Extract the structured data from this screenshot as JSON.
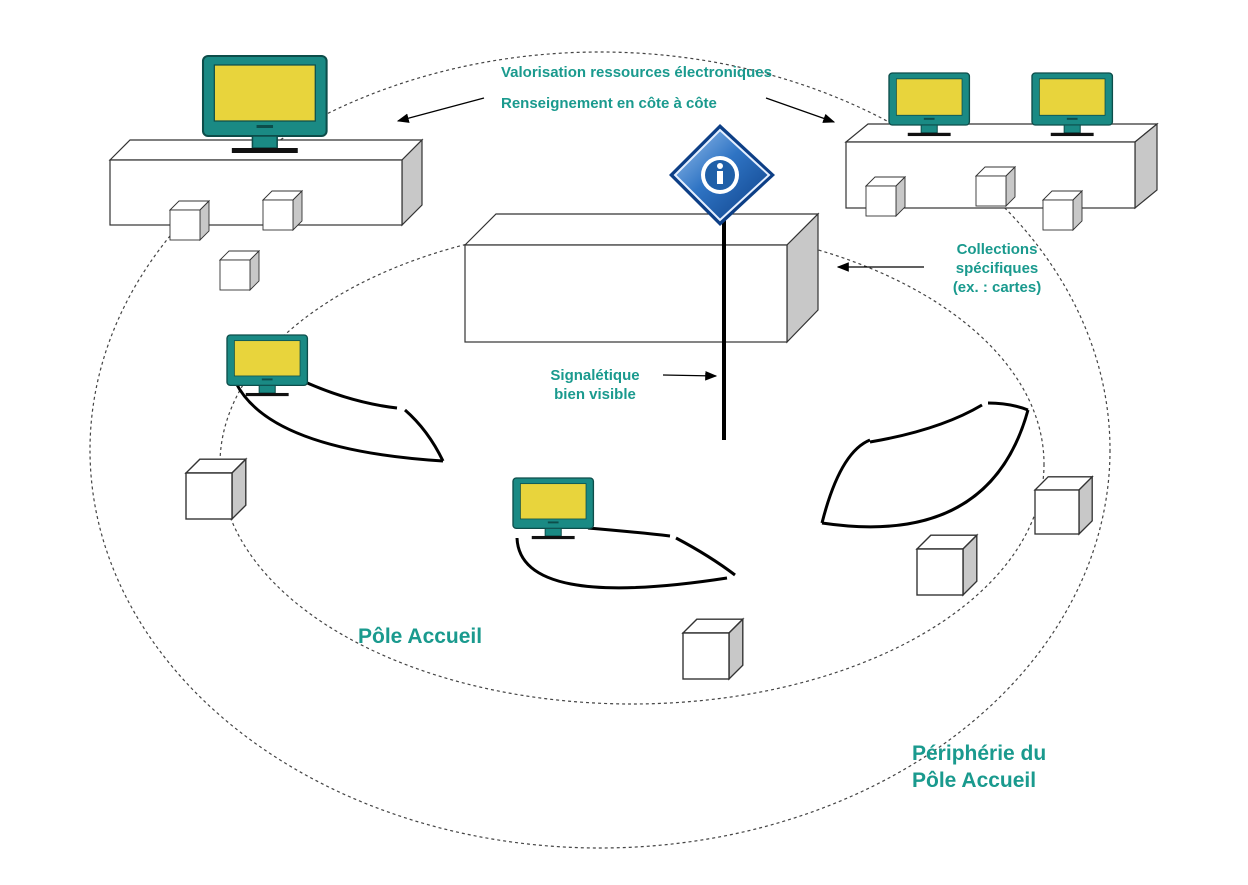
{
  "labels": {
    "valorisation": "Valorisation ressources électroniques",
    "renseignement": "Renseignement en côte à côte",
    "collections": [
      "Collections",
      "spécifiques",
      "(ex. : cartes)"
    ],
    "signaletique": [
      "Signalétique",
      "bien visible"
    ],
    "pole_accueil": "Pôle Accueil",
    "peripherie": [
      "Périphérie du",
      "Pôle Accueil"
    ]
  },
  "colors": {
    "accent_text": "#1a9a8e",
    "monitor_frame": "#1a8a84",
    "monitor_screen": "#e8d43c",
    "sign_blue": "#1f5fa8",
    "box_side": "#c8c8c8",
    "line": "#000000"
  },
  "icons": {
    "monitor": "monitor-icon",
    "info_sign": "info-sign-icon",
    "stool": "stool-cube-icon"
  }
}
